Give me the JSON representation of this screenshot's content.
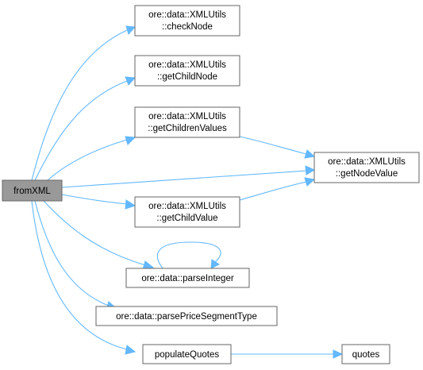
{
  "nodes": {
    "from_xml": {
      "lines": [
        "fromXML"
      ]
    },
    "check_node": {
      "lines": [
        "ore::data::XMLUtils",
        "::checkNode"
      ]
    },
    "get_child_node": {
      "lines": [
        "ore::data::XMLUtils",
        "::getChildNode"
      ]
    },
    "get_children_values": {
      "lines": [
        "ore::data::XMLUtils",
        "::getChildrenValues"
      ]
    },
    "get_node_value": {
      "lines": [
        "ore::data::XMLUtils",
        "::getNodeValue"
      ]
    },
    "get_child_value": {
      "lines": [
        "ore::data::XMLUtils",
        "::getChildValue"
      ]
    },
    "parse_integer": {
      "lines": [
        "ore::data::parseInteger"
      ]
    },
    "parse_price_segment_type": {
      "lines": [
        "ore::data::parsePriceSegmentType"
      ]
    },
    "populate_quotes": {
      "lines": [
        "populateQuotes"
      ]
    },
    "quotes": {
      "lines": [
        "quotes"
      ]
    }
  },
  "edges": [
    {
      "from": "from_xml",
      "to": "check_node"
    },
    {
      "from": "from_xml",
      "to": "get_child_node"
    },
    {
      "from": "from_xml",
      "to": "get_children_values"
    },
    {
      "from": "from_xml",
      "to": "get_node_value"
    },
    {
      "from": "from_xml",
      "to": "get_child_value"
    },
    {
      "from": "from_xml",
      "to": "parse_integer"
    },
    {
      "from": "from_xml",
      "to": "parse_price_segment_type"
    },
    {
      "from": "from_xml",
      "to": "populate_quotes"
    },
    {
      "from": "get_children_values",
      "to": "get_node_value"
    },
    {
      "from": "get_child_value",
      "to": "get_node_value"
    },
    {
      "from": "parse_integer",
      "to": "parse_integer"
    },
    {
      "from": "populate_quotes",
      "to": "quotes"
    }
  ],
  "colors": {
    "edge": "#63b8ff",
    "root_fill": "#999999",
    "node_fill": "#ffffff",
    "node_border": "#666666"
  }
}
